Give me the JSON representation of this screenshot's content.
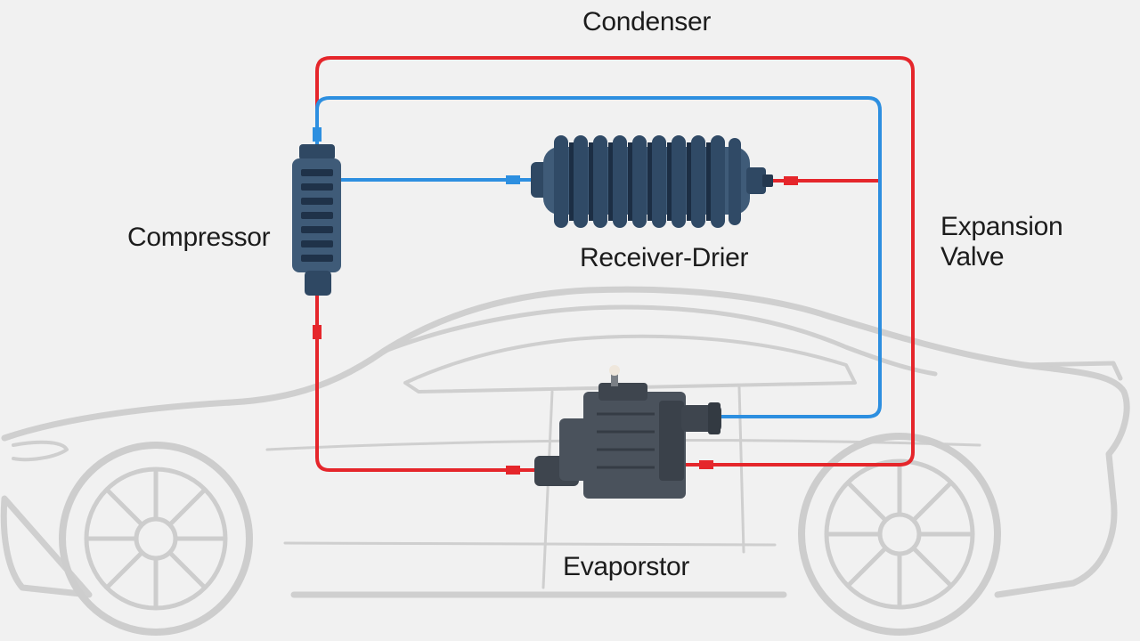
{
  "labels": {
    "condenser": "Condenser",
    "compressor": "Compressor",
    "receiver_drier": "Receiver-Drier",
    "expansion_valve_line1": "Expansion",
    "expansion_valve_line2": "Valve",
    "evaporator": "Evaporstor"
  },
  "colors": {
    "background": "#f1f1f1",
    "car_outline": "#cdcdcd",
    "high_pressure_line": "#e5262b",
    "low_pressure_line": "#2d8fe0",
    "component_body": "#3f5b78",
    "component_dark": "#24384f",
    "evaporator_body": "#4a525c"
  }
}
